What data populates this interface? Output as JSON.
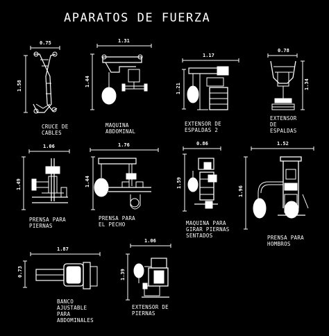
{
  "title": "APARATOS DE FUERZA",
  "items": [
    {
      "w": "0.75",
      "h": "1.58",
      "label": [
        "CRUCE DE",
        "CABLES"
      ]
    },
    {
      "w": "1.31",
      "h": "1.44",
      "label": [
        "MAQUINA",
        "ABDOMINAL"
      ]
    },
    {
      "w": "1.17",
      "h": "1.21",
      "label": [
        "EXTENSOR DE",
        "ESPALDAS 2"
      ]
    },
    {
      "w": "0.78",
      "h": "1.34",
      "label": [
        "EXTENSOR",
        "DE",
        "ESPALDAS"
      ]
    },
    {
      "w": "1.06",
      "h": "1.49",
      "label": [
        "PRENSA PARA",
        "PIERNAS"
      ]
    },
    {
      "w": "1.76",
      "h": "1.44",
      "label": [
        "PRENSA PARA",
        "EL PECHO"
      ]
    },
    {
      "w": "0.86",
      "h": "1.59",
      "label": [
        "MAQUINA PARA",
        "GIRAR PIERNAS",
        "SENTADOS"
      ]
    },
    {
      "w": "1.52",
      "h": "1.96",
      "label": [
        "PRENSA PARA",
        "HOMBROS"
      ]
    },
    {
      "w": "1.87",
      "h": "0.73",
      "label": [
        "BANCO",
        "AJUSTABLE",
        "PARA",
        "ABDOMINALES"
      ]
    },
    {
      "w": "1.06",
      "h": "1.39",
      "label": [
        "EXTENSOR DE",
        "PIERNAS"
      ]
    }
  ]
}
